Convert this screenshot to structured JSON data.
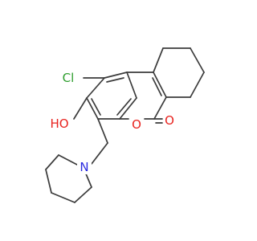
{
  "molecule": {
    "atoms": {
      "cl": {
        "label": "Cl",
        "color": "#2e9e2e"
      },
      "hydroxyl": {
        "label": "HO",
        "color": "#e8231f"
      },
      "ring_oxygen": {
        "label": "O",
        "color": "#e8231f"
      },
      "carbonyl_oxygen": {
        "label": "O",
        "color": "#e8231f"
      },
      "nitrogen": {
        "label": "N",
        "color": "#2b2be0"
      }
    },
    "bond_color": "#3b3b3b"
  }
}
